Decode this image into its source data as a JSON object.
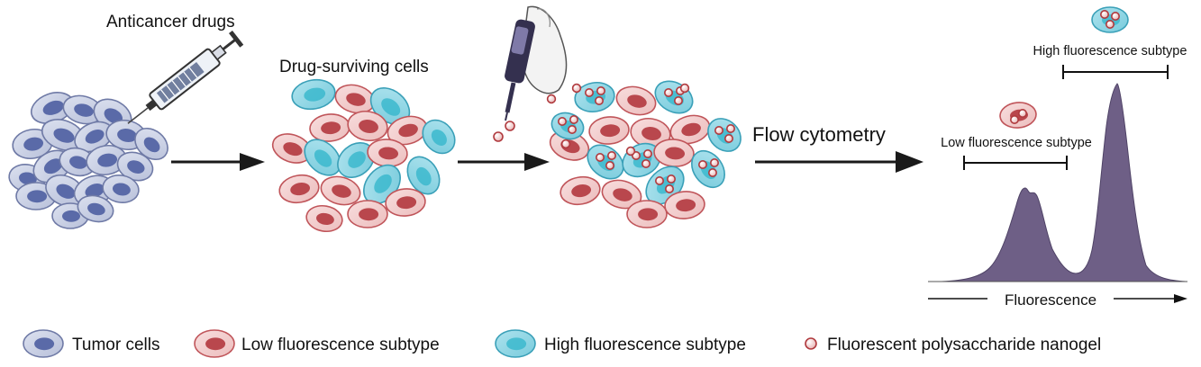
{
  "labels": {
    "anticancer_drugs": "Anticancer drugs",
    "drug_surviving_cells": "Drug-surviving cells",
    "flow_cytometry": "Flow cytometry",
    "low_subtype": "Low fluorescence subtype",
    "high_subtype": "High fluorescence subtype",
    "x_axis": "Fluorescence"
  },
  "legend": [
    {
      "kind": "tumor",
      "label": "Tumor cells"
    },
    {
      "kind": "low",
      "label": "Low fluorescence subtype"
    },
    {
      "kind": "high",
      "label": "High fluorescence subtype"
    },
    {
      "kind": "nanogel",
      "label": "Fluorescent polysaccharide nanogel"
    }
  ],
  "colors": {
    "tumor_fill": "#c9cfe3",
    "tumor_stroke": "#6f7aa6",
    "tumor_nucleus": "#5a6aa8",
    "low_fill": "#f2cfcf",
    "low_stroke": "#c0555a",
    "low_nucleus": "#b9474d",
    "high_fill": "#8fd6e4",
    "high_stroke": "#3aa0b8",
    "high_nucleus": "#36b6cc",
    "nanogel_fill": "#f6d4d4",
    "nanogel_stroke": "#b03a3e",
    "peak_fill": "#6e5f86",
    "arrow": "#1a1a1a"
  }
}
